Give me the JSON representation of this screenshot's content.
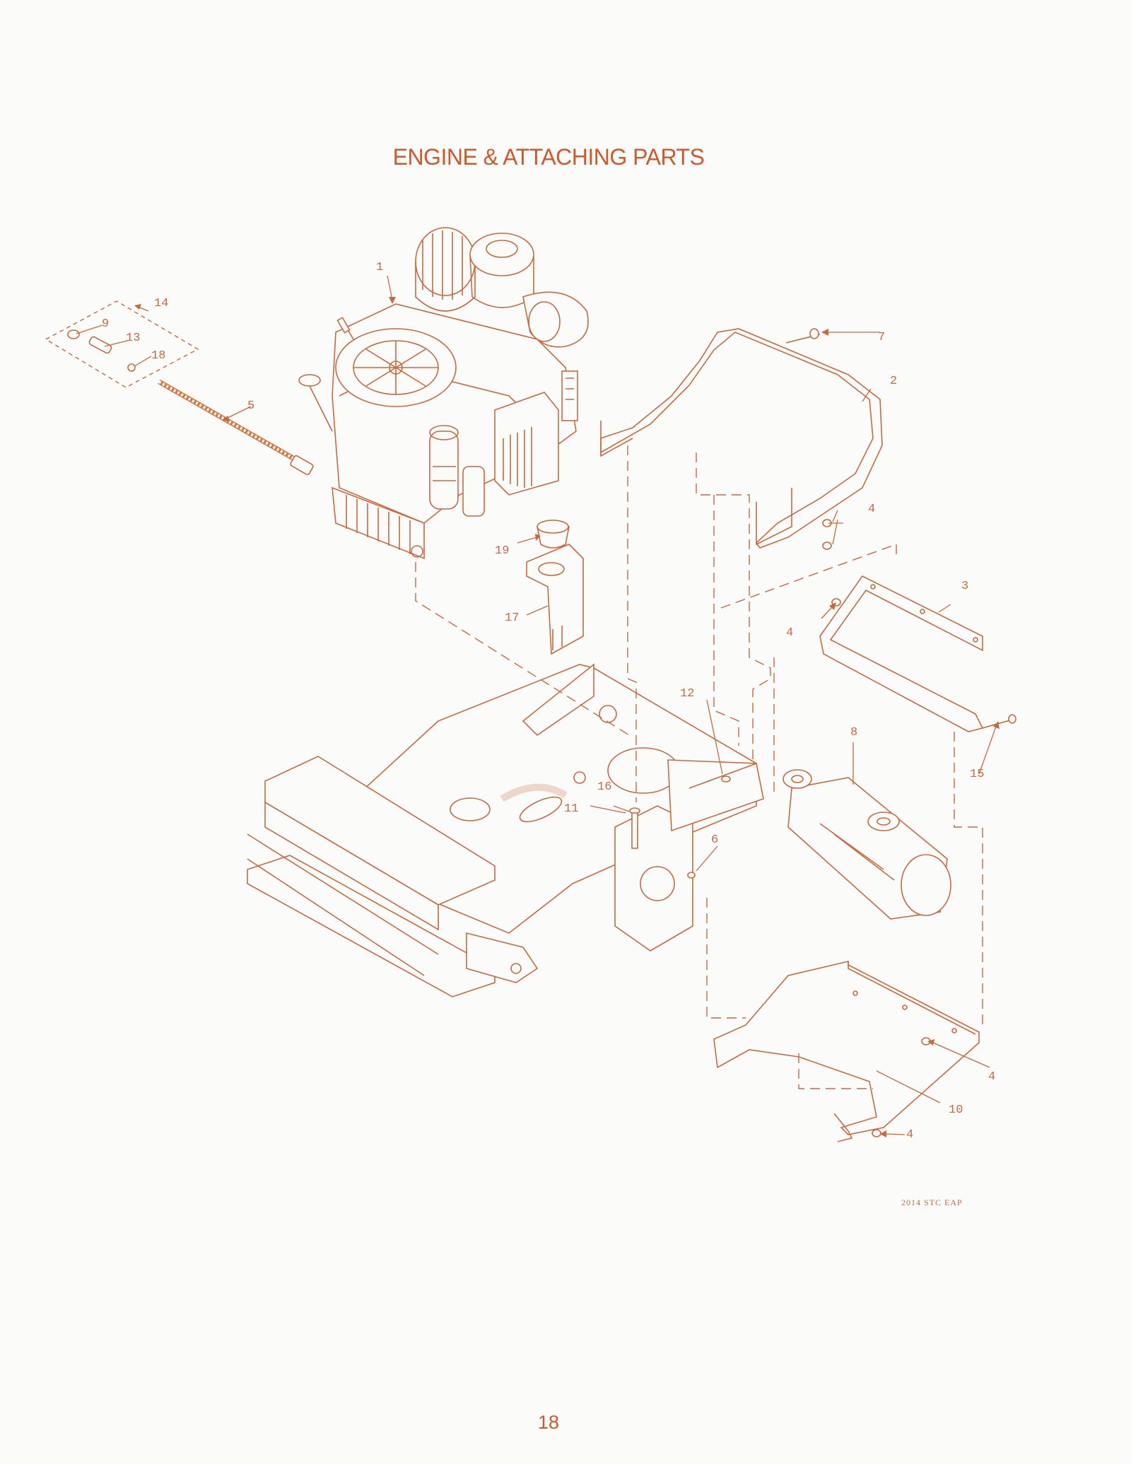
{
  "page": {
    "title": "ENGINE & ATTACHING PARTS",
    "drawing_code": "2014 STC EAP",
    "page_number": "18"
  },
  "callouts": [
    {
      "id": "c1",
      "label": "1"
    },
    {
      "id": "c2",
      "label": "2"
    },
    {
      "id": "c3",
      "label": "3"
    },
    {
      "id": "c4a",
      "label": "4"
    },
    {
      "id": "c4b",
      "label": "4"
    },
    {
      "id": "c4c",
      "label": "4"
    },
    {
      "id": "c4d",
      "label": "4"
    },
    {
      "id": "c5",
      "label": "5"
    },
    {
      "id": "c6",
      "label": "6"
    },
    {
      "id": "c7",
      "label": "7"
    },
    {
      "id": "c8",
      "label": "8"
    },
    {
      "id": "c9",
      "label": "9"
    },
    {
      "id": "c10",
      "label": "10"
    },
    {
      "id": "c11",
      "label": "11"
    },
    {
      "id": "c12",
      "label": "12"
    },
    {
      "id": "c13",
      "label": "13"
    },
    {
      "id": "c14",
      "label": "14"
    },
    {
      "id": "c15",
      "label": "15"
    },
    {
      "id": "c16",
      "label": "16"
    },
    {
      "id": "c17",
      "label": "17"
    },
    {
      "id": "c18",
      "label": "18"
    },
    {
      "id": "c19",
      "label": "19"
    }
  ],
  "colors": {
    "title": "#cc5a2c",
    "linework": "#c8693f",
    "background": "#fbfbf9"
  }
}
